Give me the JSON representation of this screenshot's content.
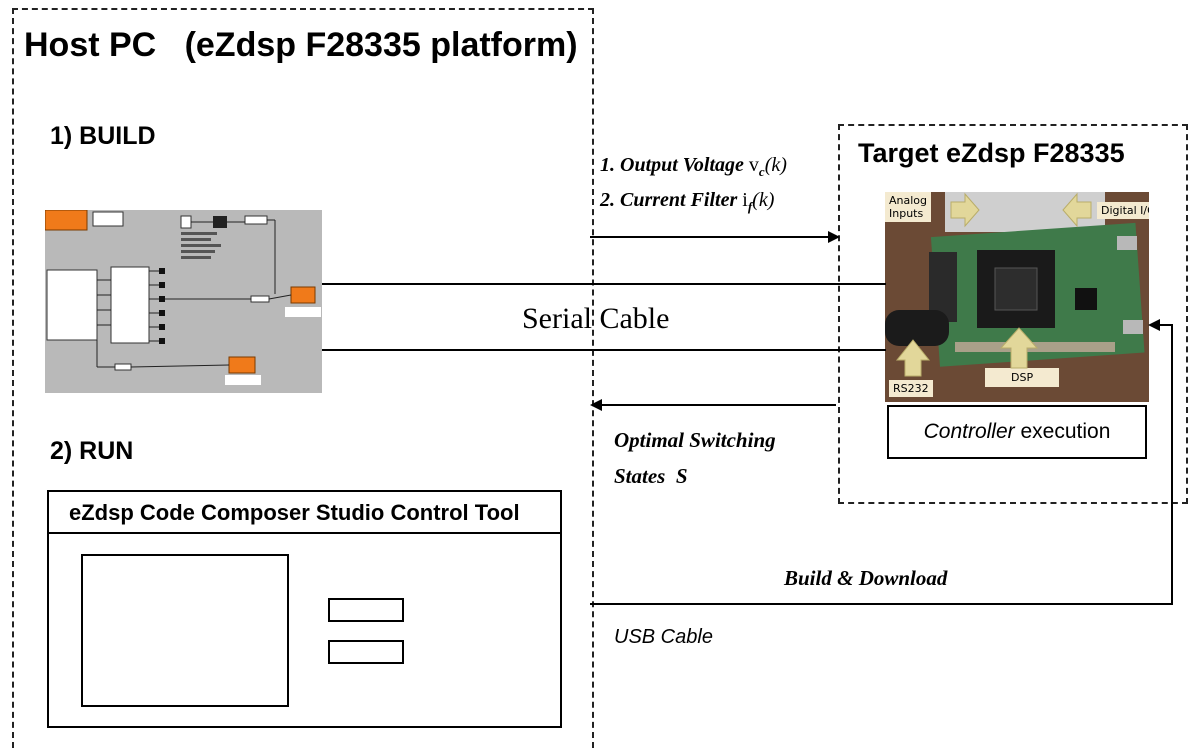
{
  "host": {
    "title": "Host PC   (eZdsp F28335 platform)",
    "build_label": "1) BUILD",
    "run_label": "2) RUN",
    "tool_title": "eZdsp Code Composer Studio Control Tool"
  },
  "target": {
    "title": "Target eZdsp F28335",
    "controller_italic": "Controller",
    "controller_rest": " execution",
    "callouts": {
      "analog": "Analog\nInputs",
      "digital": "Digital I/O",
      "rs232": "RS232",
      "dsp": "DSP"
    }
  },
  "signals": {
    "out1_prefix": "1. Output Voltage ",
    "out1_var": "v",
    "out1_sub": "c",
    "out1_arg": "(k)",
    "out2_prefix": "2. Current Filter ",
    "out2_var": "i",
    "out2_sub": "f",
    "out2_arg": "(k)",
    "serial": "Serial Cable",
    "switching_line1": "Optimal Switching",
    "switching_line2": "States  S",
    "download": "Build & Download",
    "usb": "USB Cable"
  },
  "colors": {
    "block_orange": "#f07a1a",
    "sim_bg": "#b9b9b9",
    "callout_bg": "#f4ead0",
    "pcb_green": "#3f7a4a"
  }
}
